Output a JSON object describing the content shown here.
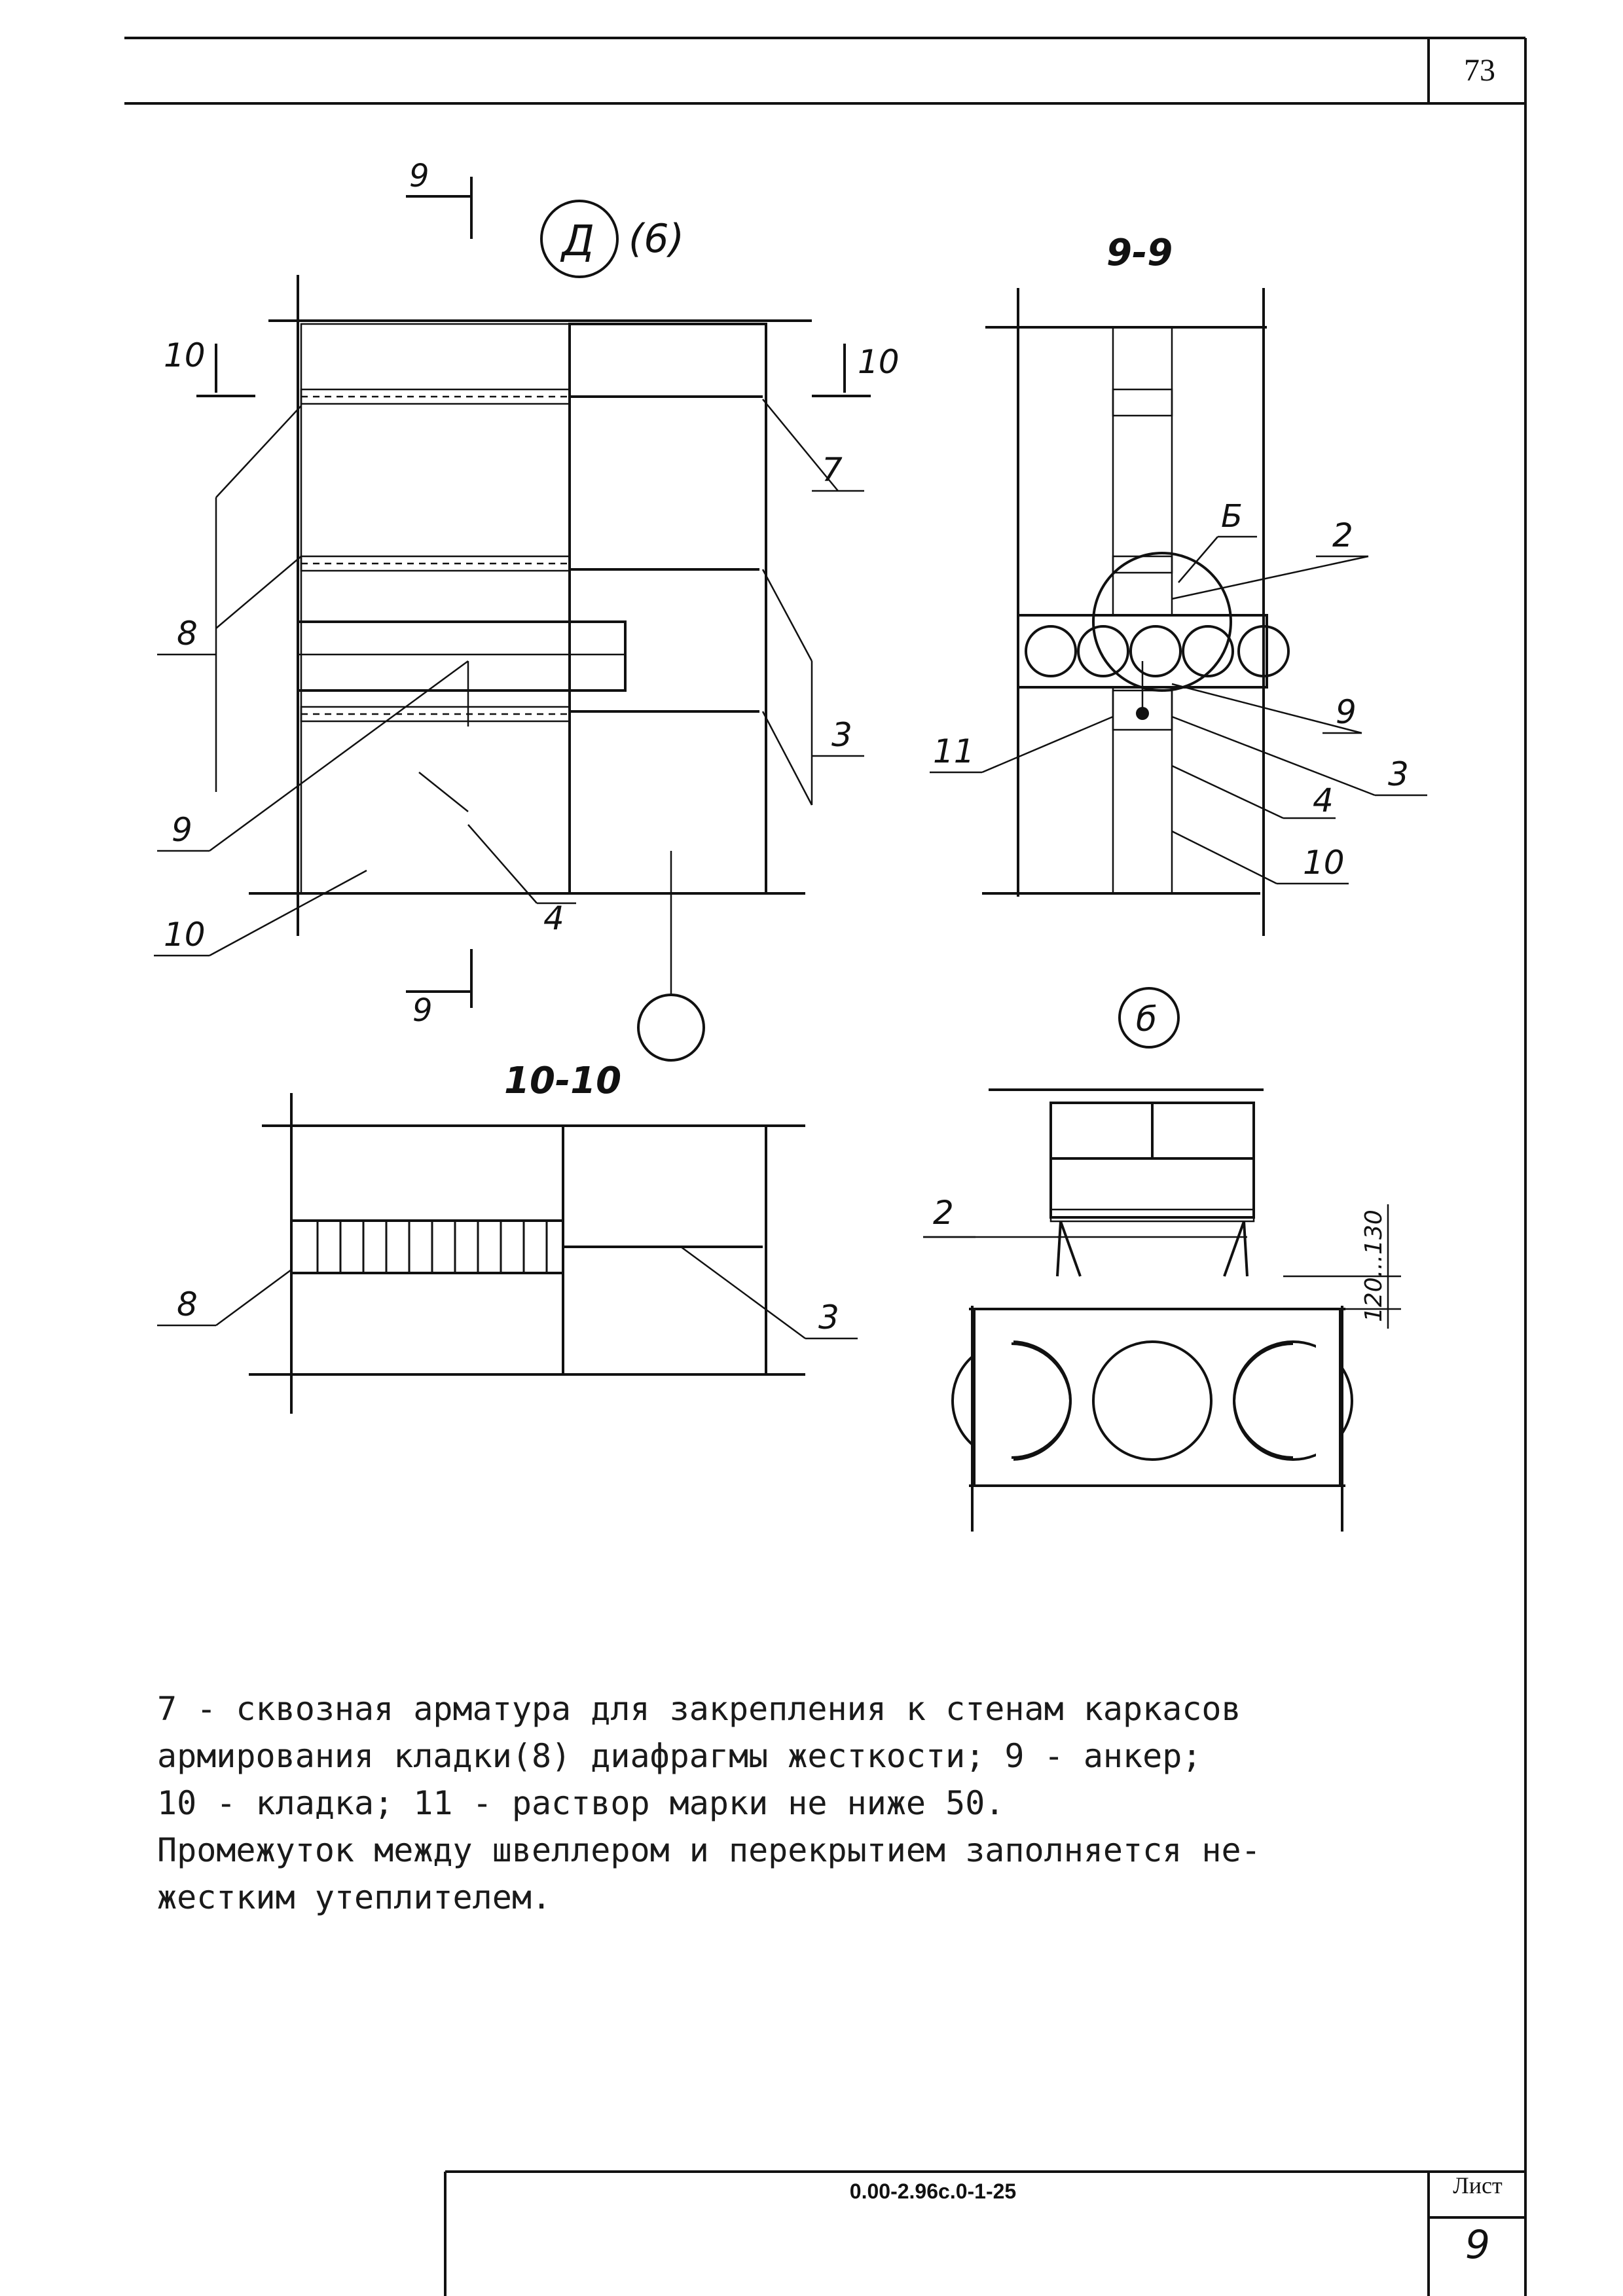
{
  "page_number": "73",
  "drawing": {
    "title_node_letter": "Д",
    "title_node_sheet": "(6)",
    "section_9_9_title": "9-9",
    "section_10_10_title": "10-10",
    "node_b_label": "б",
    "node_b_label_small": "Б",
    "cut_mark_9": "9",
    "cut_mark_10": "10",
    "callouts": {
      "c2": "2",
      "c3": "3",
      "c4": "4",
      "c7": "7",
      "c8": "8",
      "c9": "9",
      "c10": "10",
      "c11": "11"
    },
    "dimension": "120...130"
  },
  "notes": [
    "7 - сквозная арматура для закрепления к стенам каркасов",
    "армирования кладки(8) диафрагмы жесткости; 9 - анкер;",
    "10 - кладка; 11 - раствор марки не ниже 50.",
    "Промежуток между швеллером и перекрытием заполняется не-",
    "жестким утеплителем."
  ],
  "title_block": {
    "document_code": "0.00-2.96с.0-1-25",
    "sheet_label": "Лист",
    "sheet_number": "9"
  }
}
